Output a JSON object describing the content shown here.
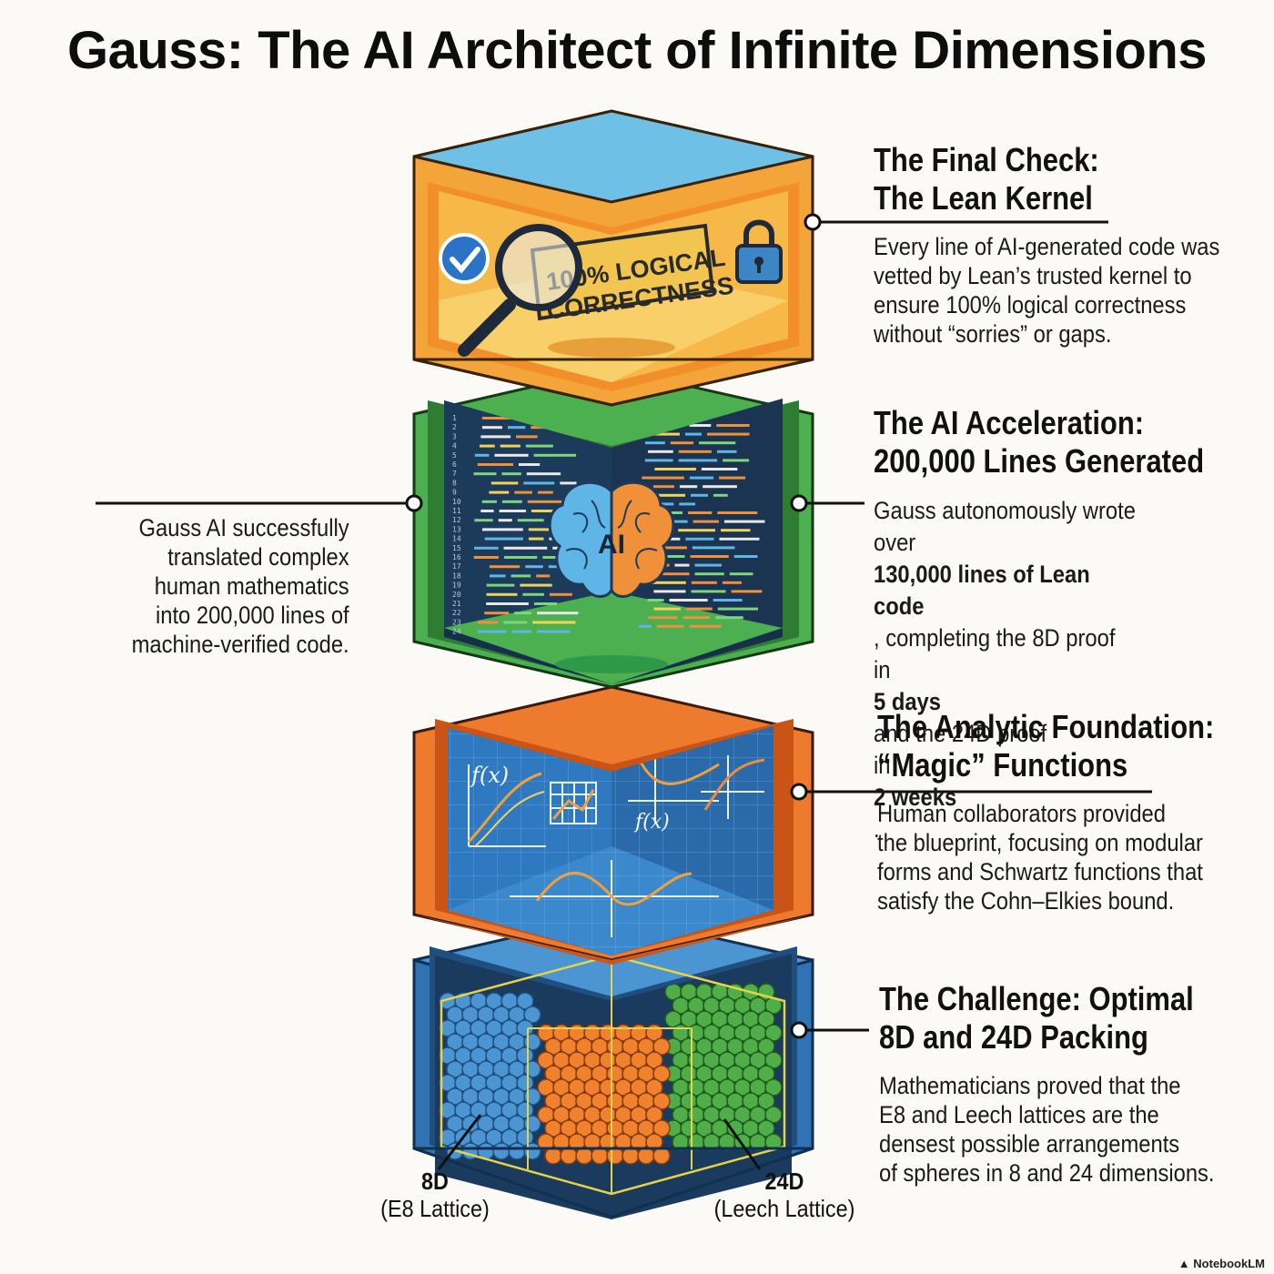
{
  "title": "Gauss: The AI Architect of Infinite Dimensions",
  "layers": {
    "kernel": {
      "heading": [
        "The Final Check:",
        "The Lean Kernel"
      ],
      "body": [
        "Every line of AI-generated code was",
        "vetted by Lean’s trusted kernel to",
        "ensure 100% logical correctness",
        "without “sorries” or gaps."
      ],
      "stamp": [
        "100% LOGICAL",
        "CORRECTNESS"
      ],
      "color": "#f4a53a"
    },
    "acceleration": {
      "heading": [
        "The AI Acceleration:",
        "200,000 Lines Generated"
      ],
      "body_runs": [
        [
          {
            "t": "Gauss autonomously wrote"
          }
        ],
        [
          {
            "t": "over "
          },
          {
            "t": "130,000 lines of Lean",
            "b": true
          }
        ],
        [
          {
            "t": "code",
            "b": true
          },
          {
            "t": ", completing the 8D proof"
          }
        ],
        [
          {
            "t": "in "
          },
          {
            "t": "5 days",
            "b": true
          },
          {
            "t": " and the 24D proof"
          }
        ],
        [
          {
            "t": "in "
          },
          {
            "t": "2 weeks",
            "b": true
          },
          {
            "t": "."
          }
        ]
      ],
      "left_note": [
        "Gauss AI successfully",
        "translated complex",
        "human mathematics",
        "into 200,000 lines of",
        "machine-verified code."
      ],
      "brain_label": "AI",
      "line_numbers": [
        "1",
        "2",
        "3",
        "4",
        "5",
        "6",
        "7",
        "8",
        "9",
        "10",
        "11",
        "12",
        "13",
        "14",
        "15",
        "16",
        "17",
        "18",
        "19",
        "20",
        "21",
        "22",
        "23",
        "24"
      ],
      "color": "#4caf50"
    },
    "analytic": {
      "heading": [
        "The Analytic Foundation:",
        "“Magic” Functions"
      ],
      "body": [
        "Human collaborators provided",
        "the blueprint, focusing on modular",
        "forms and Schwartz functions that",
        "satisfy the Cohn–Elkies bound."
      ],
      "fx_labels": [
        "f(x)",
        "f(x)"
      ],
      "color": "#f07a2e"
    },
    "challenge": {
      "heading": [
        "The Challenge: Optimal",
        "8D and 24D Packing"
      ],
      "body": [
        "Mathematicians proved that the",
        "E8 and Leech lattices are the",
        "densest possible arrangements",
        "of spheres in 8 and 24 dimensions."
      ],
      "label_8d": {
        "dim": "8D",
        "name": "(E8 Lattice)"
      },
      "label_24d": {
        "dim": "24D",
        "name": "(Leech Lattice)"
      },
      "color": "#3d86c6"
    }
  },
  "credit": "NotebookLM"
}
